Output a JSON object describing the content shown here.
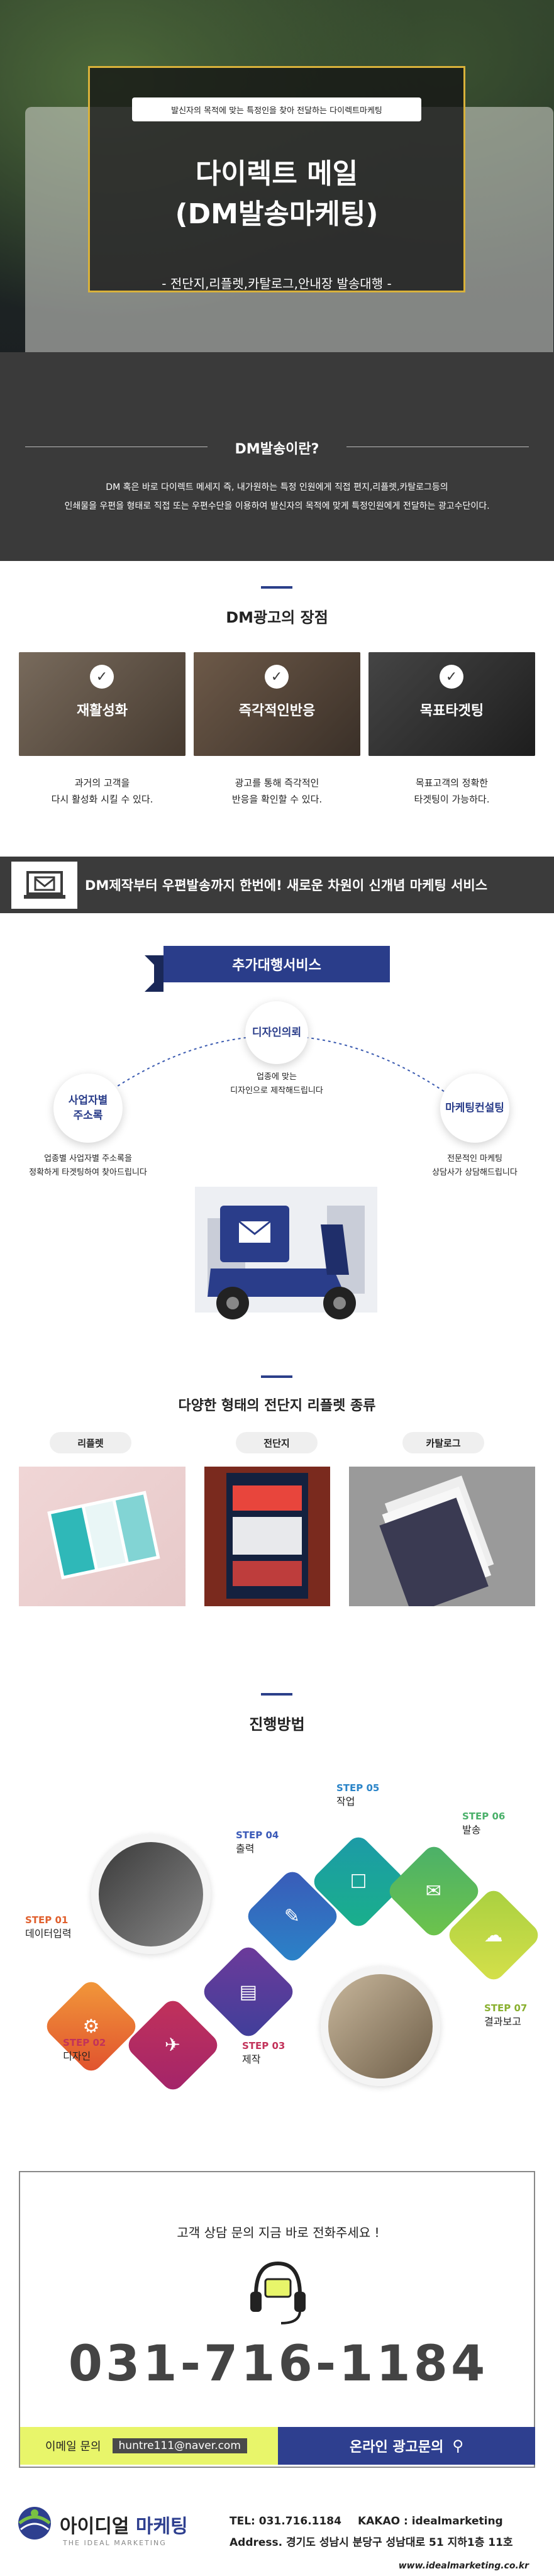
{
  "hero": {
    "tag": "발신자의 목적에 맞는 특정인을 찾아 전달하는 다이렉트마케팅",
    "title_line1": "다이렉트 메일",
    "title_line2": "(DM발송마케팅)",
    "subtitle": "- 전단지,리플렛,카탈로그,안내장 발송대행 -"
  },
  "what_dm": {
    "title": "DM발송이란?",
    "line1": "DM 혹은 바로 다이렉트 메세지 즉, 내가원하는 특정 인원에게 직접 편지,리플렛,카탈로그등의",
    "line2": "인쇄물을 우편을 형태로 직접 또는 우편수단을 이용하여 발신자의 목적에 맞게 특정인원에게 전달하는 광고수단이다."
  },
  "strengths": {
    "title": "DM광고의 장점",
    "items": [
      {
        "label": "재활성화",
        "desc1": "과거의 고객을",
        "desc2": "다시 활성화 시킬 수 있다."
      },
      {
        "label": "즉각적인반응",
        "desc1": "광고를 통해 즉각적인",
        "desc2": "반응을 확인할 수 있다."
      },
      {
        "label": "목표타겟팅",
        "desc1": "목표고객의 정확한",
        "desc2": "타겟팅이 가능하다."
      }
    ]
  },
  "banner": {
    "text": "DM제작부터 우편발송까지 한번에! 새로운 차원이 신개념 마케팅 서비스"
  },
  "extra": {
    "title": "추가대행서비스",
    "design": {
      "label": "디자인의뢰",
      "desc1": "업종에 맞는",
      "desc2": "디자인으로 제작해드립니다"
    },
    "address": {
      "label1": "사업자별",
      "label2": "주소록",
      "desc1": "업종별 사업자별 주소록을",
      "desc2": "정확하게 타겟팅하여 찾아드립니다"
    },
    "consult": {
      "label": "마케팅컨설팅",
      "desc1": "전문적인 마케팅",
      "desc2": "상담사가 상담해드립니다"
    }
  },
  "types": {
    "title": "다양한 형태의 전단지 리플렛 종류",
    "tabs": [
      "리플렛",
      "전단지",
      "카탈로그"
    ]
  },
  "process": {
    "title": "진행방법",
    "steps": [
      {
        "num": "STEP 01",
        "name": "데이터입력"
      },
      {
        "num": "STEP 02",
        "name": "디자인"
      },
      {
        "num": "STEP 03",
        "name": "제작"
      },
      {
        "num": "STEP 04",
        "name": "출력"
      },
      {
        "num": "STEP 05",
        "name": "작업"
      },
      {
        "num": "STEP 06",
        "name": "발송"
      },
      {
        "num": "STEP 07",
        "name": "결과보고"
      }
    ]
  },
  "contact": {
    "ask": "고객 상담 문의 지금 바로 전화주세요 !",
    "phone": "031-716-1184",
    "mail_label": "이메일 문의",
    "mail": "huntre111@naver.com",
    "online": "온라인 광고문의"
  },
  "footer": {
    "brand_a": "아이디얼",
    "brand_b": "마케팅",
    "brand_sub": "THE IDEAL MARKETING",
    "tel": "TEL: 031.716.1184",
    "kakao": "KAKAO : idealmarketing",
    "address": "Address. 경기도 성남시 분당구 성남대로 51 지하1층 11호",
    "web": "www.idealmarketing.co.kr"
  }
}
